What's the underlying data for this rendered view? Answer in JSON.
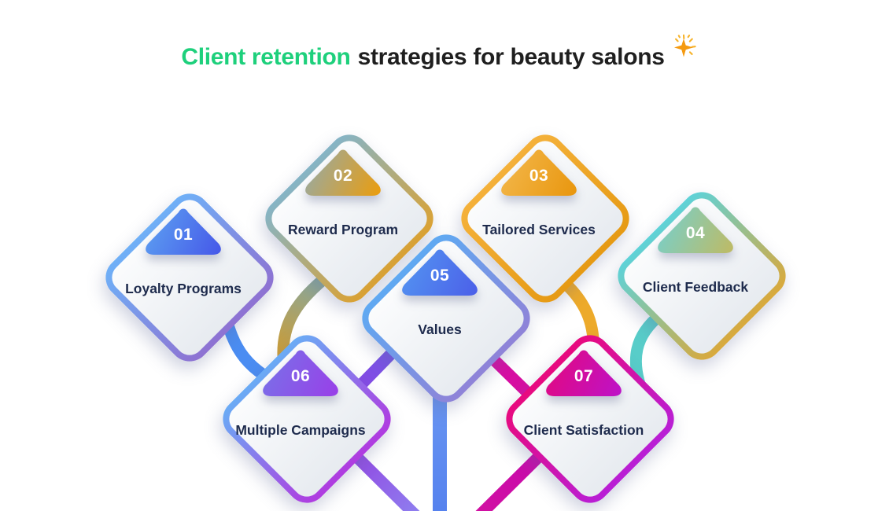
{
  "title": {
    "highlight": "Client retention",
    "rest": "strategies for beauty salons",
    "highlight_color": "#1ed07c",
    "text_color": "#1f1f1f",
    "sparkle_icon_color": "#f59a10",
    "sparkle_ray_color": "#f7b32a"
  },
  "background_color": "#ffffff",
  "card_fill": {
    "from": "#fbfcfd",
    "to": "#e7ebf0"
  },
  "label_color": "#1e2b4d",
  "number_color": "#ffffff",
  "cards": [
    {
      "number": "01",
      "label": "Loyalty Programs",
      "border_from": "#6fb0f7",
      "border_to": "#8e72d2",
      "badge_from": "#5fa8f2",
      "badge_to": "#4453e8"
    },
    {
      "number": "02",
      "label": "Reward Program",
      "border_from": "#85b4c6",
      "border_to": "#dba233",
      "badge_from": "#8cacb8",
      "badge_to": "#f09c04"
    },
    {
      "number": "03",
      "label": "Tailored Services",
      "border_from": "#f4b13b",
      "border_to": "#e69a14",
      "badge_from": "#f4bb52",
      "badge_to": "#e8940a"
    },
    {
      "number": "04",
      "label": "Client Feedback",
      "border_from": "#5ed2d8",
      "border_to": "#d9a93c",
      "badge_from": "#6ed2d8",
      "badge_to": "#c3b95e"
    },
    {
      "number": "05",
      "label": "Values",
      "border_from": "#5fa9f2",
      "border_to": "#8f83d8",
      "badge_from": "#549af2",
      "badge_to": "#4b5ce8"
    },
    {
      "number": "06",
      "label": "Multiple Campaigns",
      "border_from": "#6aabf5",
      "border_to": "#b03be0",
      "badge_from": "#7577e8",
      "badge_to": "#9b3ce8"
    },
    {
      "number": "07",
      "label": "Client Satisfaction",
      "border_from": "#e80a7e",
      "border_to": "#b81fd6",
      "badge_from": "#e60877",
      "badge_to": "#bb13cd"
    }
  ],
  "connectors": {
    "loyalty_stem": {
      "from": "#4b8df2",
      "to": "#4b8df2"
    },
    "reward_stem": {
      "from": "#7fa9ab",
      "to": "#d79b25"
    },
    "tailored_stem": {
      "from": "#edaa2a",
      "to": "#edaa2a"
    },
    "feedback_stem": {
      "from": "#58cdc9",
      "to": "#58cdc9"
    },
    "values_stem": {
      "from": "#6f9cf3",
      "to": "#5581ee"
    },
    "campaigns_upper": {
      "from": "#7158e6",
      "to": "#a338e2"
    },
    "campaigns_lower": {
      "from": "#9337de",
      "to": "#8e8bf2"
    },
    "satisfaction_upper": {
      "from": "#d60da4",
      "to": "#d80e9e"
    },
    "satisfaction_lower": {
      "from": "#c306b0",
      "to": "#d312a0"
    }
  }
}
